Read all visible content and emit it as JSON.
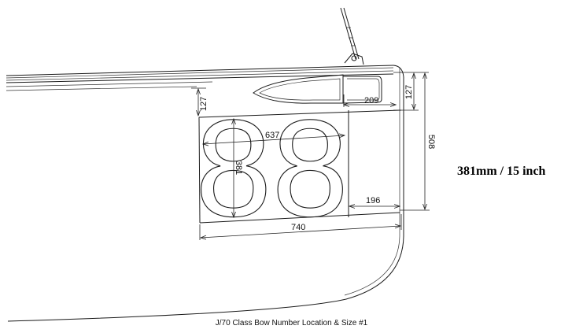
{
  "bow_number": "88",
  "dimensions": {
    "top_offset": "127",
    "top_offset_right": "127",
    "pad_length": "209",
    "number_width": "637",
    "number_height": "381",
    "total_height": "508",
    "aft_offset": "196",
    "total_length": "740"
  },
  "size_label": "381mm / 15 inch",
  "caption": "J/70 Class Bow Number Location & Size #1"
}
